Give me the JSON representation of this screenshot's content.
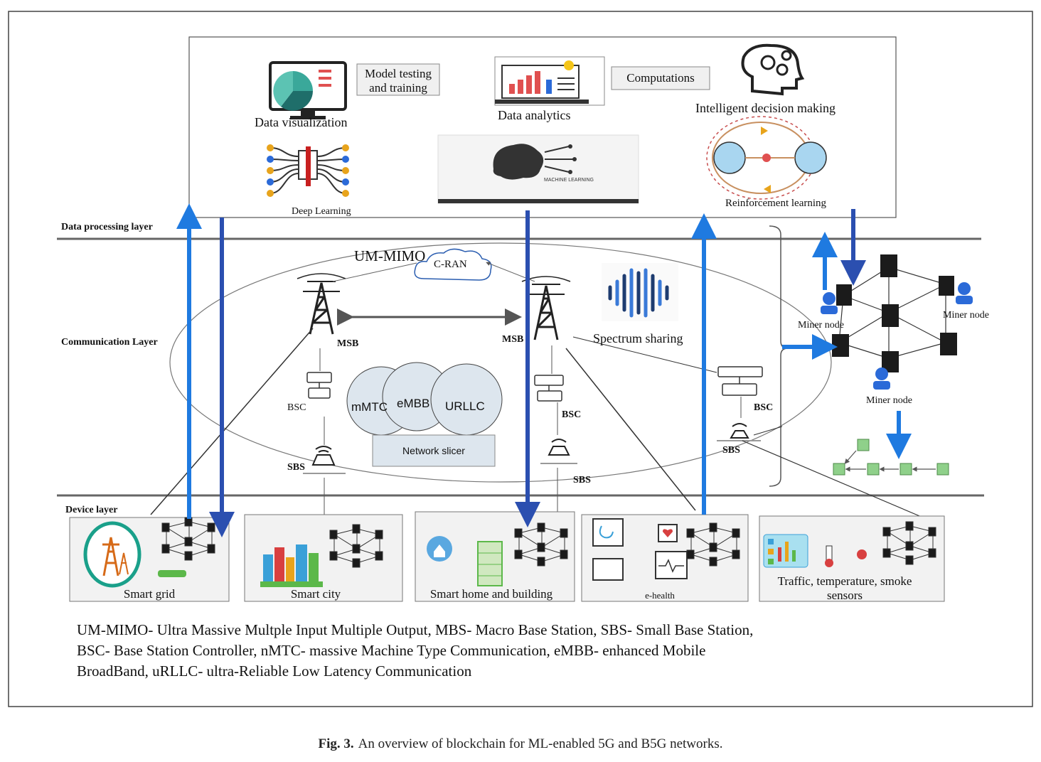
{
  "layers": {
    "data_processing": "Data processing layer",
    "communication": "Communication Layer",
    "device": "Device layer"
  },
  "processing": {
    "model_testing": "Model testing\nand training",
    "computations": "Computations",
    "data_visualization": "Data visualization",
    "data_analytics": "Data analytics",
    "intelligent_decision": "Intelligent decision making",
    "deep_learning": "Deep Learning",
    "machine_learning_logo": "MACHINE LEARNING",
    "reinforcement_learning": "Reinforcement learning"
  },
  "communication": {
    "um_mimo": "UM-MIMO",
    "c_ran": "C-RAN",
    "msb_left": "MSB",
    "msb_right": "MSB",
    "spectrum_sharing": "Spectrum sharing",
    "bsc_left": "BSC",
    "bsc_mid": "BSC",
    "bsc_right": "BSC",
    "sbs_left": "SBS",
    "sbs_mid": "SBS",
    "sbs_right": "SBS",
    "slices": [
      "mMTC",
      "eMBB",
      "URLLC"
    ],
    "network_slicer": "Network slicer"
  },
  "blockchain": {
    "miner_left": "Miner node",
    "miner_right": "Miner node",
    "miner_bottom": "Miner node"
  },
  "devices": [
    {
      "label": "Smart grid"
    },
    {
      "label": "Smart city"
    },
    {
      "label": "Smart home and building"
    },
    {
      "label": "e-health"
    },
    {
      "label": "Traffic, temperature, smoke\nsensors"
    }
  ],
  "legend": [
    "UM-MIMO- Ultra Massive Multple Input Multiple Output,  MBS- Macro Base Station, SBS- Small Base Station,",
    "BSC- Base Station Controller,  nMTC- massive Machine Type Communication, eMBB- enhanced Mobile",
    "BroadBand, uRLLC- ultra-Reliable Low Latency Communication"
  ],
  "caption": {
    "label": "Fig. 3.",
    "text": "An overview of blockchain for ML-enabled 5G and B5G networks."
  },
  "colors": {
    "arrow_blue": "#1f7ae0",
    "arrow_dark_blue": "#2b4fb0",
    "slice_fill": "#dde6ee",
    "block_green": "#8fd08a"
  }
}
